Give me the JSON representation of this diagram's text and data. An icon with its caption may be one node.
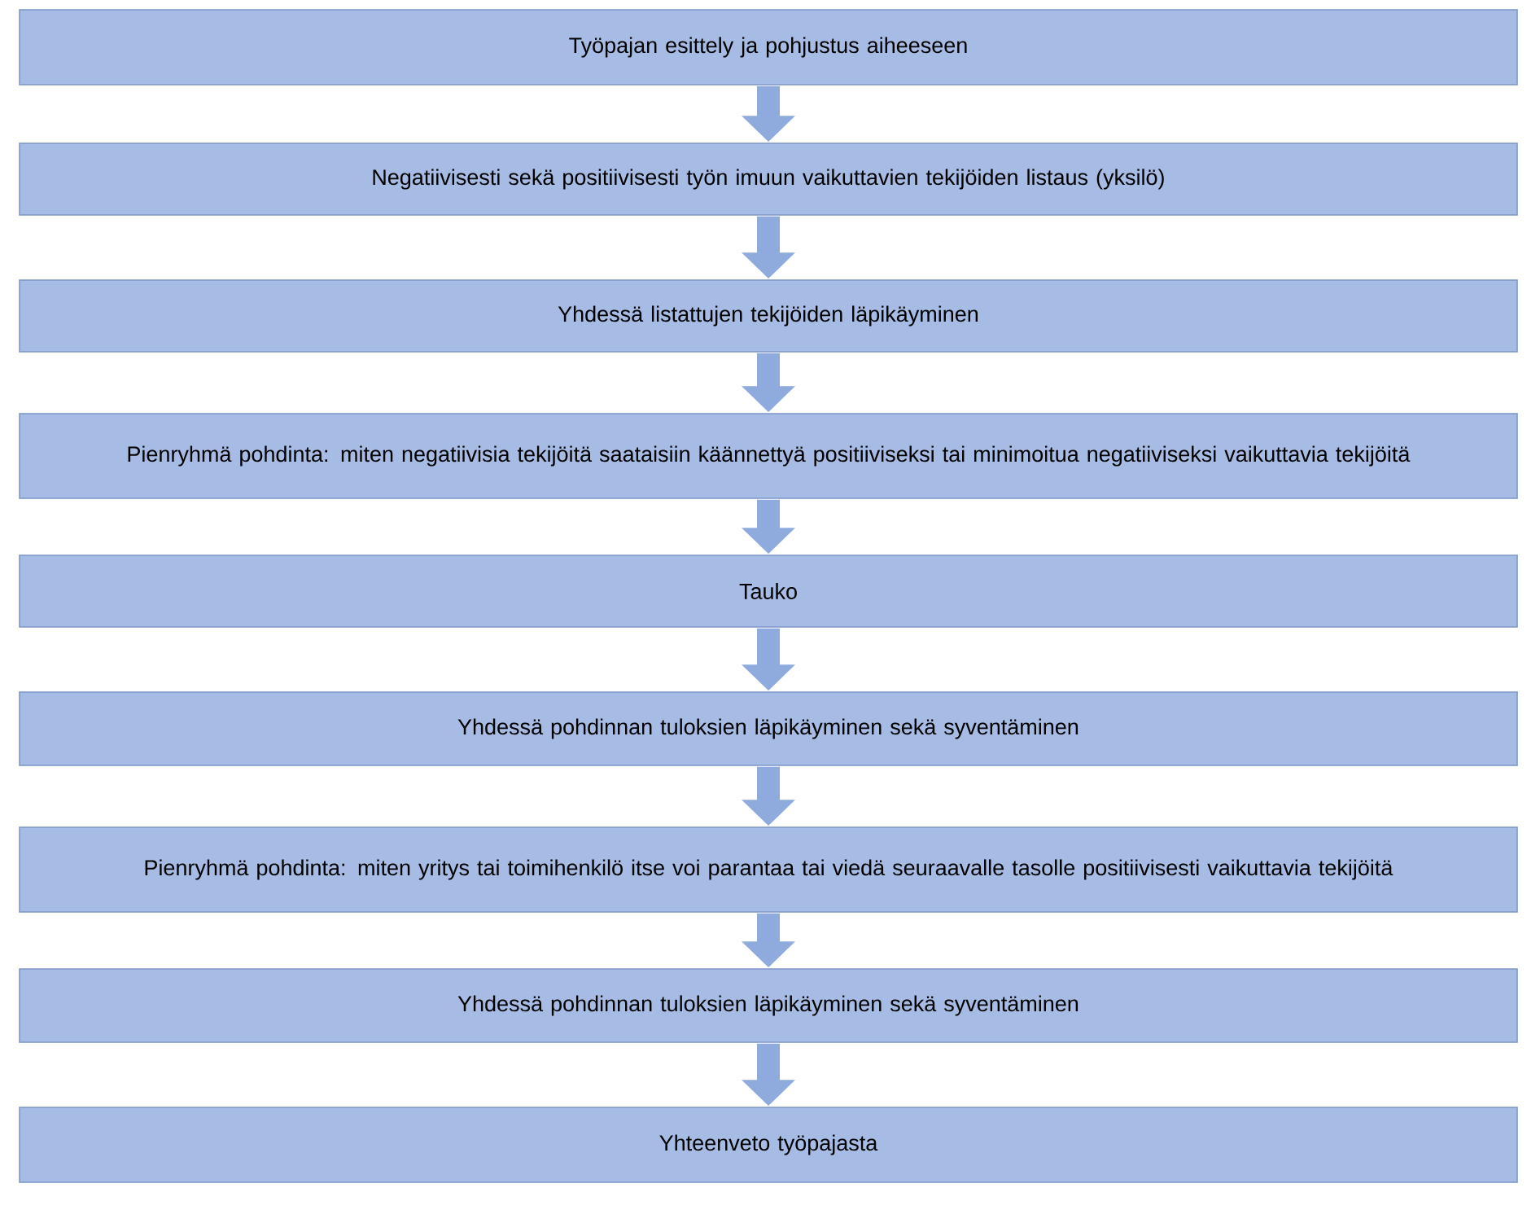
{
  "diagram": {
    "nodes": [
      {
        "text": [
          "Työpajan esittely ja pohjustus aiheeseen"
        ]
      },
      {
        "text": [
          "Negatiivisesti sekä positiivisesti työn imuun vaikuttavien tekijöiden listaus (yksilö)"
        ]
      },
      {
        "text": [
          "Yhdessä listattujen tekijöiden läpikäyminen"
        ]
      },
      {
        "text": [
          "Pienryhmä pohdinta: miten negatiivisia tekijöitä saataisiin käännettyä positiiviseksi tai minimoitua negatiiviseksi vaikuttavia tekijöitä"
        ]
      },
      {
        "text": [
          "Tauko"
        ]
      },
      {
        "text": [
          "Yhdessä pohdinnan tuloksien läpikäyminen sekä syventäminen"
        ]
      },
      {
        "text": [
          "Pienryhmä pohdinta: miten yritys tai toimihenkilö itse voi parantaa tai viedä seuraavalle tasolle positiivisesti vaikuttavia tekijöitä"
        ]
      },
      {
        "text": [
          "Yhdessä pohdinnan tuloksien läpikäyminen sekä syventäminen"
        ]
      },
      {
        "text": [
          "Yhteenveto työpajasta"
        ]
      }
    ],
    "edges": [
      {
        "from": 0,
        "to": 1,
        "arrow": "to"
      },
      {
        "from": 1,
        "to": 2,
        "arrow": "to"
      },
      {
        "from": 2,
        "to": 3,
        "arrow": "to"
      },
      {
        "from": 3,
        "to": 4,
        "arrow": "to"
      },
      {
        "from": 4,
        "to": 5,
        "arrow": "to"
      },
      {
        "from": 5,
        "to": 6,
        "arrow": "to"
      },
      {
        "from": 6,
        "to": 7,
        "arrow": "to"
      },
      {
        "from": 7,
        "to": 8,
        "arrow": "to"
      }
    ]
  }
}
